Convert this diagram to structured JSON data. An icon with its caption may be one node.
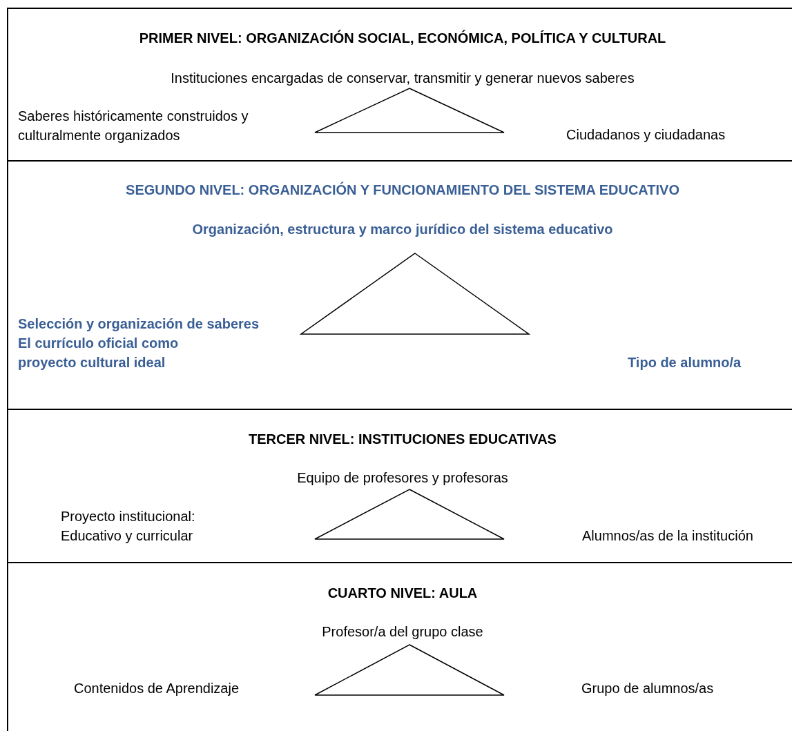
{
  "diagram": {
    "nodes": [
      {
        "text": [
          "PRIMER NIVEL: ORGANIZACIÓN SOCIAL, ECONÓMICA, POLÍTICA Y CULTURAL"
        ]
      },
      {
        "text": [
          "Instituciones encargadas de conservar, transmitir y generar nuevos saberes"
        ],
        "in": 0
      },
      {
        "text": [],
        "shape": "triangle",
        "in": 0
      },
      {
        "text": [
          "Saberes históricamente construidos y culturalmente organizados"
        ],
        "in": 0
      },
      {
        "text": [
          "Ciudadanos y ciudadanas"
        ],
        "in": 0
      },
      {
        "text": [
          "SEGUNDO NIVEL: ORGANIZACIÓN Y FUNCIONAMIENTO DEL SISTEMA EDUCATIVO"
        ]
      },
      {
        "text": [
          "Organización, estructura y marco jurídico del sistema educativo"
        ],
        "in": 5
      },
      {
        "text": [],
        "shape": "triangle",
        "in": 5
      },
      {
        "text": [
          "Selección y organización de saberes",
          "El currículo oficial como proyecto cultural ideal"
        ],
        "in": 5
      },
      {
        "text": [
          "Tipo de alumno/a"
        ],
        "in": 5
      },
      {
        "text": [
          "TERCER NIVEL: INSTITUCIONES EDUCATIVAS"
        ]
      },
      {
        "text": [
          "Equipo de profesores y profesoras"
        ],
        "in": 10
      },
      {
        "text": [],
        "shape": "triangle",
        "in": 10
      },
      {
        "text": [
          "Proyecto institucional: Educativo y curricular"
        ],
        "in": 10
      },
      {
        "text": [
          "Alumnos/as de la institución"
        ],
        "in": 10
      },
      {
        "text": [
          "CUARTO NIVEL: AULA"
        ]
      },
      {
        "text": [
          "Profesor/a del grupo clase"
        ],
        "in": 15
      },
      {
        "text": [],
        "shape": "triangle",
        "in": 15
      },
      {
        "text": [
          "Contenidos de Aprendizaje"
        ],
        "in": 15
      },
      {
        "text": [
          "Grupo de alumnos/as"
        ],
        "in": 15
      }
    ],
    "edges": []
  }
}
